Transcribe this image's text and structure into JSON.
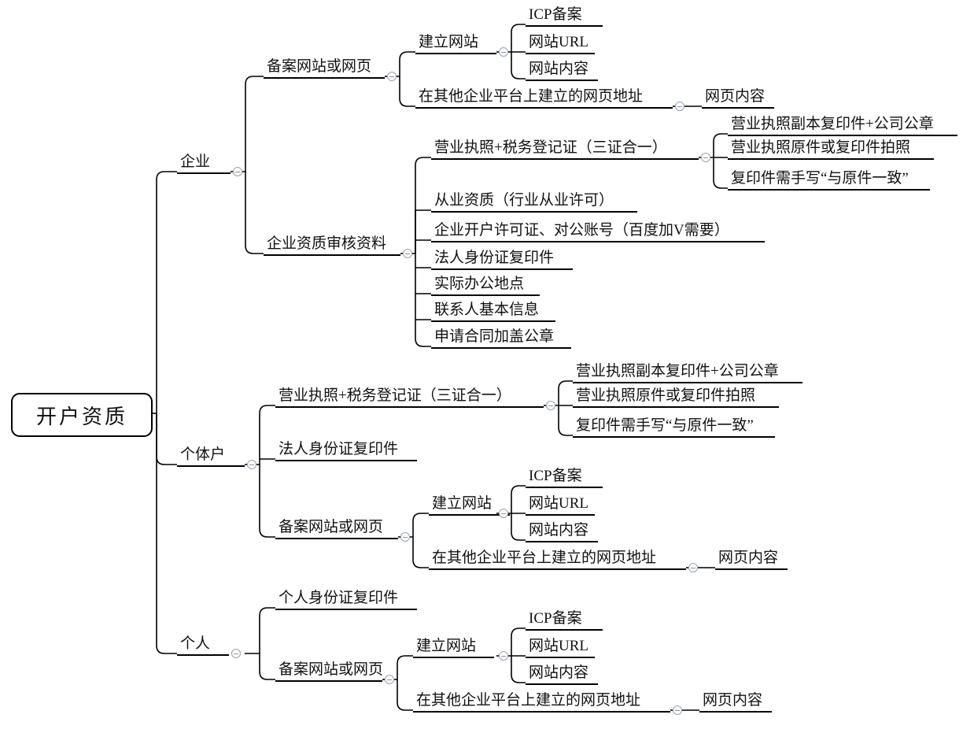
{
  "diagram": {
    "title": "开户资质",
    "type": "mindmap",
    "collapse_icon": "minus-circle-icon",
    "colors": {
      "line": "#000000",
      "text": "#111111",
      "background": "#ffffff",
      "toggle_border": "#9aa3b0"
    }
  },
  "root": {
    "label": "开户资质"
  },
  "branches": [
    {
      "label": "企业",
      "children": [
        {
          "label": "备案网站或网页",
          "children": [
            {
              "label": "建立网站",
              "children": [
                {
                  "label": "ICP备案"
                },
                {
                  "label": "网站URL"
                },
                {
                  "label": "网站内容"
                }
              ]
            },
            {
              "label": "在其他企业平台上建立的网页地址",
              "children": [
                {
                  "label": "网页内容"
                }
              ]
            }
          ]
        },
        {
          "label": "企业资质审核资料",
          "children": [
            {
              "label": "营业执照+税务登记证（三证合一）",
              "children": [
                {
                  "label": "营业执照副本复印件+公司公章"
                },
                {
                  "label": "营业执照原件或复印件拍照"
                },
                {
                  "label": "复印件需手写“与原件一致”"
                }
              ]
            },
            {
              "label": "从业资质（行业从业许可）"
            },
            {
              "label": "企业开户许可证、对公账号（百度加V需要）"
            },
            {
              "label": "法人身份证复印件"
            },
            {
              "label": "实际办公地点"
            },
            {
              "label": "联系人基本信息"
            },
            {
              "label": "申请合同加盖公章"
            }
          ]
        }
      ]
    },
    {
      "label": "个体户",
      "children": [
        {
          "label": "营业执照+税务登记证（三证合一）",
          "children": [
            {
              "label": "营业执照副本复印件+公司公章"
            },
            {
              "label": "营业执照原件或复印件拍照"
            },
            {
              "label": "复印件需手写“与原件一致”"
            }
          ]
        },
        {
          "label": "法人身份证复印件"
        },
        {
          "label": "备案网站或网页",
          "children": [
            {
              "label": "建立网站",
              "children": [
                {
                  "label": "ICP备案"
                },
                {
                  "label": "网站URL"
                },
                {
                  "label": "网站内容"
                }
              ]
            },
            {
              "label": "在其他企业平台上建立的网页地址",
              "children": [
                {
                  "label": "网页内容"
                }
              ]
            }
          ]
        }
      ]
    },
    {
      "label": "个人",
      "children": [
        {
          "label": "个人身份证复印件"
        },
        {
          "label": "备案网站或网页",
          "children": [
            {
              "label": "建立网站",
              "children": [
                {
                  "label": "ICP备案"
                },
                {
                  "label": "网站URL"
                },
                {
                  "label": "网站内容"
                }
              ]
            },
            {
              "label": "在其他企业平台上建立的网页地址",
              "children": [
                {
                  "label": "网页内容"
                }
              ]
            }
          ]
        }
      ]
    }
  ],
  "nodes": {
    "n_qiye": "企业",
    "n_beian_1": "备案网站或网页",
    "n_jianli_1": "建立网站",
    "n_icp_1": "ICP备案",
    "n_url_1": "网站URL",
    "n_content_1": "网站内容",
    "n_other_1": "在其他企业平台上建立的网页地址",
    "n_page_1": "网页内容",
    "n_zizhi": "企业资质审核资料",
    "n_yyzz_1": "营业执照+税务登记证（三证合一）",
    "n_fuben_1": "营业执照副本复印件+公司公章",
    "n_yuanjian_1": "营业执照原件或复印件拍照",
    "n_shouxie_1": "复印件需手写“与原件一致”",
    "n_congye": "从业资质（行业从业许可）",
    "n_kaihu": "企业开户许可证、对公账号（百度加V需要）",
    "n_faren_1": "法人身份证复印件",
    "n_office": "实际办公地点",
    "n_contact": "联系人基本信息",
    "n_hetong": "申请合同加盖公章",
    "n_getihu": "个体户",
    "n_yyzz_2": "营业执照+税务登记证（三证合一）",
    "n_fuben_2": "营业执照副本复印件+公司公章",
    "n_yuanjian_2": "营业执照原件或复印件拍照",
    "n_shouxie_2": "复印件需手写“与原件一致”",
    "n_faren_2": "法人身份证复印件",
    "n_beian_2": "备案网站或网页",
    "n_jianli_2": "建立网站",
    "n_icp_2": "ICP备案",
    "n_url_2": "网站URL",
    "n_content_2": "网站内容",
    "n_other_2": "在其他企业平台上建立的网页地址",
    "n_page_2": "网页内容",
    "n_geren": "个人",
    "n_idcard": "个人身份证复印件",
    "n_beian_3": "备案网站或网页",
    "n_jianli_3": "建立网站",
    "n_icp_3": "ICP备案",
    "n_url_3": "网站URL",
    "n_content_3": "网站内容",
    "n_other_3": "在其他企业平台上建立的网页地址",
    "n_page_3": "网页内容"
  }
}
